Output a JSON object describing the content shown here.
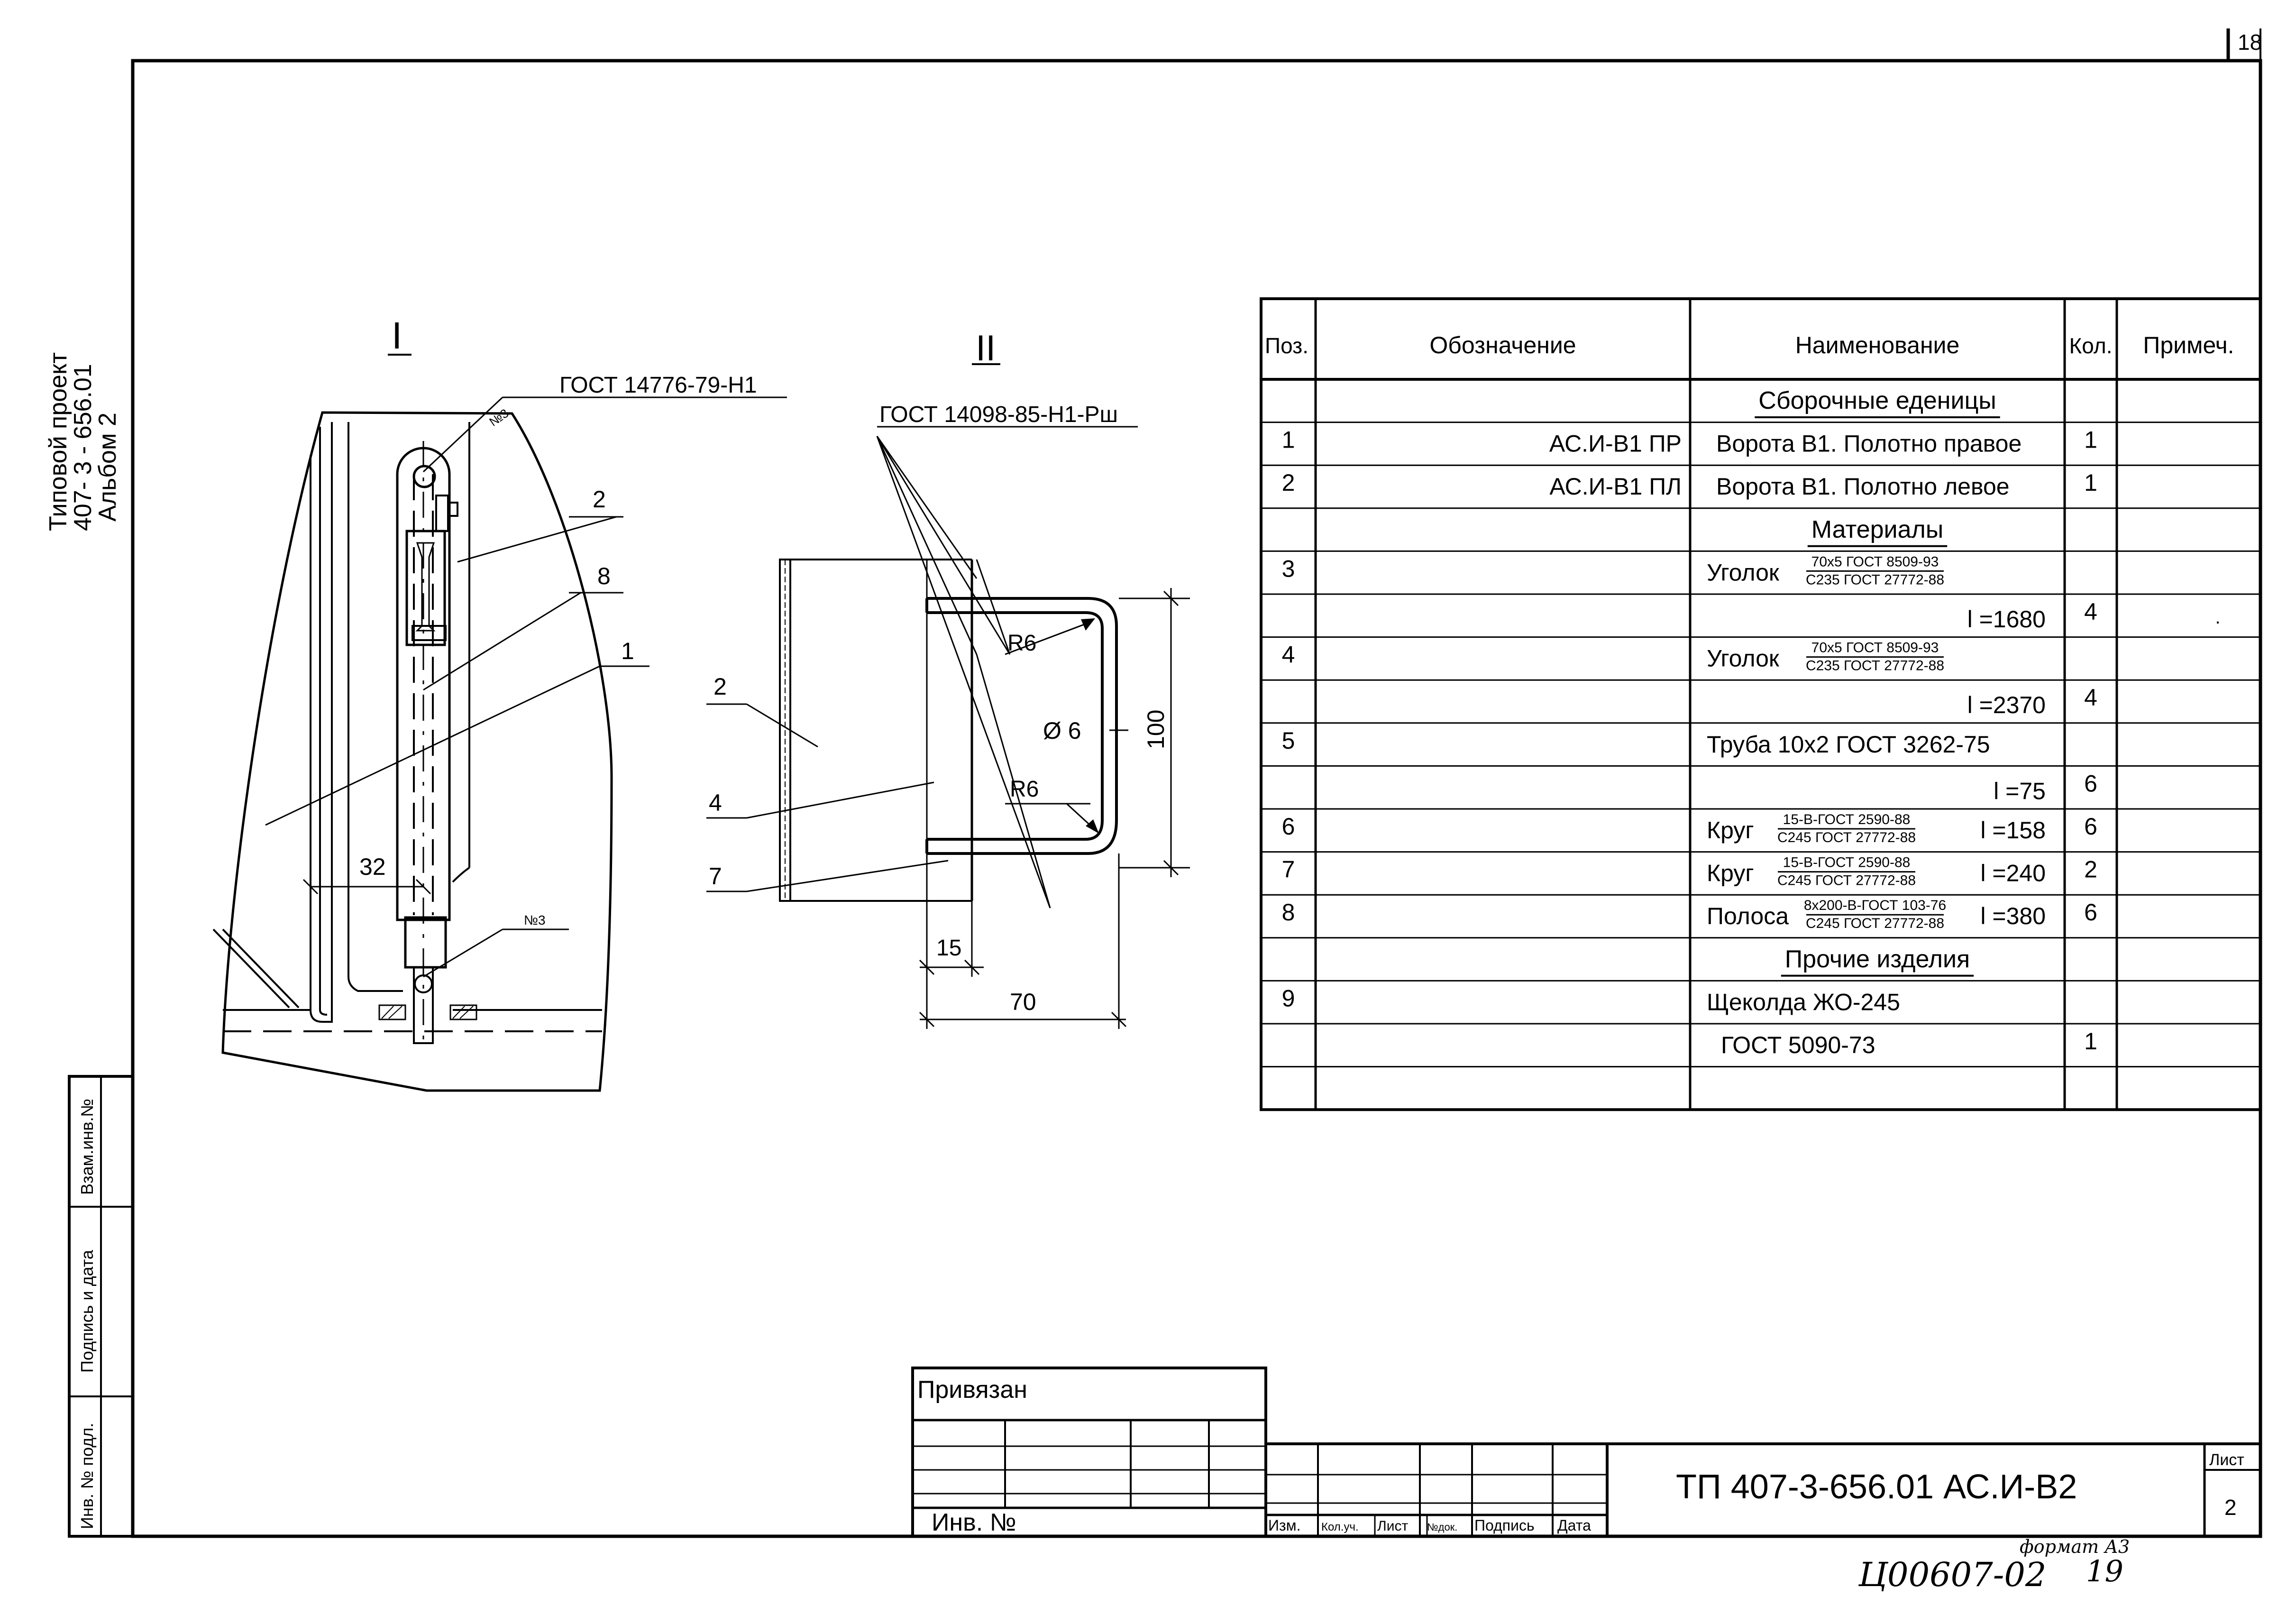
{
  "sheet_corner": "18",
  "side_title": [
    "Типовой проект",
    "407- 3 - 656.01",
    "Альбом 2"
  ],
  "side_fields": [
    "Взам.инв.№",
    "Подпись и дата",
    "Инв. № подл."
  ],
  "view1": {
    "title": "I",
    "gost": "ГОСТ 14776-79-Н1",
    "weld_mark": "№3",
    "weld_mark2": "№3",
    "callouts": [
      "2",
      "8",
      "1"
    ],
    "dim": "32"
  },
  "view2": {
    "title": "II",
    "gost": "ГОСТ 14098-85-Н1-Рш",
    "labels": [
      "2",
      "4",
      "7"
    ],
    "r1": "R6",
    "r2": "R6",
    "dia": "Ø 6",
    "dim_100": "100",
    "dim_15": "15",
    "dim_70": "70"
  },
  "spec": {
    "headers": [
      "Поз.",
      "Обозначение",
      "Наименование",
      "Кол.",
      "Примеч."
    ],
    "rows": [
      {
        "pos": "",
        "des": "",
        "name": "Сборочные еденицы",
        "qty": "",
        "note": "",
        "underline": true
      },
      {
        "pos": "1",
        "des": "АС.И-В1 ПР",
        "name": "Ворота В1. Полотно правое",
        "qty": "1",
        "note": ""
      },
      {
        "pos": "2",
        "des": "АС.И-В1 ПЛ",
        "name": "Ворота В1. Полотно левое",
        "qty": "1",
        "note": ""
      },
      {
        "pos": "",
        "des": "",
        "name": "Материалы",
        "qty": "",
        "note": "",
        "underline": true
      },
      {
        "pos": "3",
        "des": "",
        "name": "Уголок",
        "frac_top": "70х5 ГОСТ 8509-93",
        "frac_bot": "С235 ГОСТ 27772-88",
        "qty": "",
        "note": ""
      },
      {
        "pos": "",
        "des": "",
        "name": "",
        "len": "l =1680",
        "qty": "4",
        "note": "."
      },
      {
        "pos": "4",
        "des": "",
        "name": "Уголок",
        "frac_top": "70х5 ГОСТ 8509-93",
        "frac_bot": "С235 ГОСТ 27772-88",
        "qty": "",
        "note": ""
      },
      {
        "pos": "",
        "des": "",
        "name": "",
        "len": "l =2370",
        "qty": "4",
        "note": ""
      },
      {
        "pos": "5",
        "des": "",
        "name": "Труба 10х2 ГОСТ 3262-75",
        "qty": "",
        "note": ""
      },
      {
        "pos": "",
        "des": "",
        "name": "",
        "len": "l =75",
        "qty": "6",
        "note": ""
      },
      {
        "pos": "6",
        "des": "",
        "name": "Круг",
        "frac_top": "15-В-ГОСТ 2590-88",
        "frac_bot": "С245 ГОСТ 27772-88",
        "len": "l =158",
        "qty": "6",
        "note": ""
      },
      {
        "pos": "7",
        "des": "",
        "name": "Круг",
        "frac_top": "15-В-ГОСТ 2590-88",
        "frac_bot": "С245 ГОСТ 27772-88",
        "len": "l =240",
        "qty": "2",
        "note": ""
      },
      {
        "pos": "8",
        "des": "",
        "name": "Полоса",
        "frac_top": "8х200-В-ГОСТ 103-76",
        "frac_bot": "С245 ГОСТ 27772-88",
        "len": "l =380",
        "qty": "6",
        "note": ""
      },
      {
        "pos": "",
        "des": "",
        "name": "Прочие изделия",
        "qty": "",
        "note": "",
        "underline": true
      },
      {
        "pos": "9",
        "des": "",
        "name": "Щеколда ЖО-245",
        "qty": "",
        "note": ""
      },
      {
        "pos": "",
        "des": "",
        "name": "ГОСТ 5090-73",
        "qty": "1",
        "note": ""
      },
      {
        "pos": "",
        "des": "",
        "name": "",
        "qty": "",
        "note": ""
      }
    ]
  },
  "title_block": {
    "privyazan": "Привязан",
    "inv": "Инв. №",
    "cols": [
      "Изм.",
      "Кол.уч.",
      "Лист",
      "№док.",
      "Подпись",
      "Дата"
    ],
    "code": "ТП 407-3-656.01   АС.И-В2",
    "list_label": "Лист",
    "list_no": "2"
  },
  "footer": {
    "format": "формат А3",
    "handwritten": "Ц00607-02",
    "page": "19"
  }
}
